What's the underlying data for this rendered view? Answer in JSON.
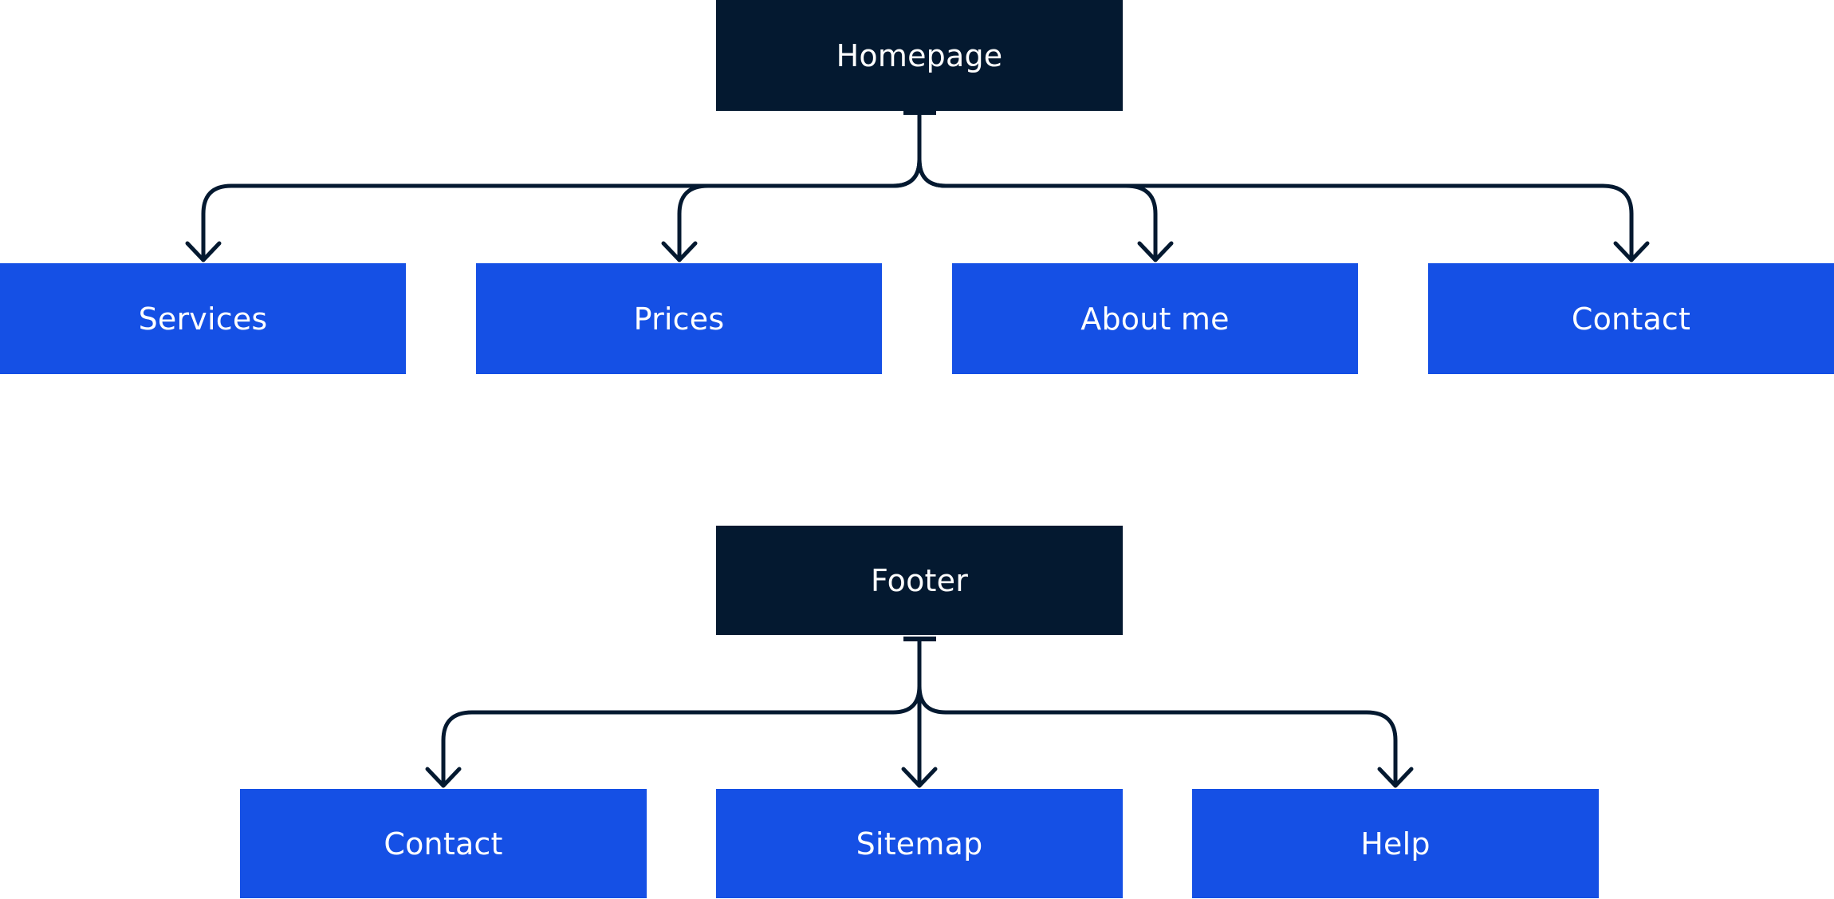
{
  "colors": {
    "parent": "#041930",
    "child": "#1550e5",
    "connector": "#041930",
    "text": "#ffffff"
  },
  "trees": [
    {
      "parent": {
        "label": "Homepage"
      },
      "children": [
        {
          "label": "Services"
        },
        {
          "label": "Prices"
        },
        {
          "label": "About me"
        },
        {
          "label": "Contact"
        }
      ]
    },
    {
      "parent": {
        "label": "Footer"
      },
      "children": [
        {
          "label": "Contact"
        },
        {
          "label": "Sitemap"
        },
        {
          "label": "Help"
        }
      ]
    }
  ]
}
